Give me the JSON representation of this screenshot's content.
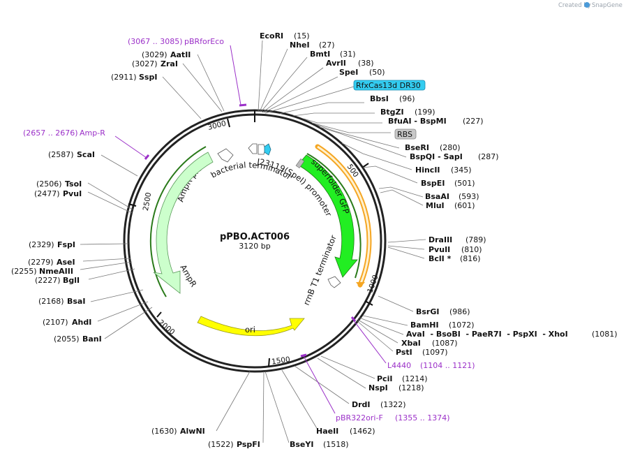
{
  "credit": {
    "text": "Created by",
    "brand": "SnapGene"
  },
  "plasmid": {
    "name": "pPBO.ACT006",
    "size_label": "3120 bp",
    "length": 3120
  },
  "ticks": [
    "3000",
    "500",
    "1000",
    "1500",
    "2000",
    "2500"
  ],
  "enzymes_left": [
    {
      "id": "ecori",
      "name": "EcoRI",
      "pos": "(15)"
    },
    {
      "id": "nhei",
      "name": "NheI",
      "pos": "(27)"
    },
    {
      "id": "bmti",
      "name": "BmtI",
      "pos": "(31)"
    },
    {
      "id": "avrii",
      "name": "AvrII",
      "pos": "(38)"
    },
    {
      "id": "spei",
      "name": "SpeI",
      "pos": "(50)"
    }
  ],
  "labels": {
    "pbrforeco": {
      "range": "(3067 .. 3085)",
      "name": "pBRforEco"
    },
    "aatii": {
      "pos": "(3029)",
      "name": "AatII"
    },
    "zrai": {
      "pos": "(3027)",
      "name": "ZraI"
    },
    "sspi": {
      "pos": "(2911)",
      "name": "SspI"
    },
    "ampr_primer": {
      "range": "(2657 .. 2676)",
      "name": "Amp-R"
    },
    "scai": {
      "pos": "(2587)",
      "name": "ScaI"
    },
    "tsoi": {
      "pos": "(2506)",
      "name": "TsoI"
    },
    "pvui": {
      "pos": "(2477)",
      "name": "PvuI"
    },
    "fspi": {
      "pos": "(2329)",
      "name": "FspI"
    },
    "asei": {
      "pos": "(2279)",
      "name": "AseI"
    },
    "nmeaiii": {
      "pos": "(2255)",
      "name": "NmeAIII"
    },
    "bgli": {
      "pos": "(2227)",
      "name": "BglI"
    },
    "bsai": {
      "pos": "(2168)",
      "name": "BsaI"
    },
    "ahdi": {
      "pos": "(2107)",
      "name": "AhdI"
    },
    "bani": {
      "pos": "(2055)",
      "name": "BanI"
    },
    "alwni": {
      "pos": "(1630)",
      "name": "AlwNI"
    },
    "pspfi": {
      "pos": "(1522)",
      "name": "PspFI"
    },
    "bseyi": {
      "name": "BseYI",
      "pos": "(1518)"
    },
    "haeii": {
      "name": "HaeII",
      "pos": "(1462)"
    },
    "pbr322": {
      "name": "pBR322ori-F",
      "range": "(1355 .. 1374)"
    },
    "drdi": {
      "name": "DrdI",
      "pos": "(1322)"
    },
    "nspi": {
      "name": "NspI",
      "pos": "(1218)"
    },
    "pcii": {
      "name": "PciI",
      "pos": "(1214)"
    },
    "l4440": {
      "name": "L4440",
      "range": "(1104 .. 1121)"
    },
    "psti": {
      "name": "PstI",
      "pos": "(1097)"
    },
    "xbai": {
      "name": "XbaI",
      "pos": "(1087)"
    },
    "avai": {
      "text": "AvaI  - BsoBI  - PaeR7I  - PspXI  - XhoI",
      "pos": "(1081)"
    },
    "bamhi": {
      "name": "BamHI",
      "pos": "(1072)"
    },
    "bsrgi": {
      "name": "BsrGI",
      "pos": "(986)"
    },
    "bcli": {
      "name": "BclI *",
      "pos": "(816)"
    },
    "pvuii": {
      "name": "PvuII",
      "pos": "(810)"
    },
    "draiii": {
      "name": "DraIII",
      "pos": "(789)"
    },
    "mlui": {
      "name": "MluI",
      "pos": "(601)"
    },
    "bsaai": {
      "name": "BsaAI",
      "pos": "(593)"
    },
    "bspei": {
      "name": "BspEI",
      "pos": "(501)"
    },
    "hincii": {
      "name": "HincII",
      "pos": "(345)"
    },
    "bspqi": {
      "text": "BspQI  - SapI",
      "pos": "(287)"
    },
    "bseri": {
      "name": "BseRI",
      "pos": "(280)"
    },
    "rbs": {
      "name": "RBS"
    },
    "bfuai": {
      "text": "BfuAI  - BspMI",
      "pos": "(227)"
    },
    "btgzi": {
      "name": "BtgZI",
      "pos": "(199)"
    },
    "bbsi": {
      "name": "BbsI",
      "pos": "(96)"
    },
    "rfx": {
      "name": "RfxCas13d DR30"
    }
  },
  "features": {
    "sfgfp": "superfolder GFP",
    "j23119": "J23119(SpeI) promoter",
    "bact_term": "bacterial terminator",
    "ampr_prom": "AmpR promoter",
    "ampr": "AmpR",
    "rrnb": "rrnB T1 terminator",
    "ori": "ori"
  },
  "colors": {
    "gfp": "#22ee22",
    "ampr": "#ccffcc",
    "ori": "#ffff00",
    "orf_orange": "#f5a623",
    "primer": "#9b30c8",
    "rfx_fill": "#33ccf0",
    "rbs_fill": "#c8c8c8"
  }
}
